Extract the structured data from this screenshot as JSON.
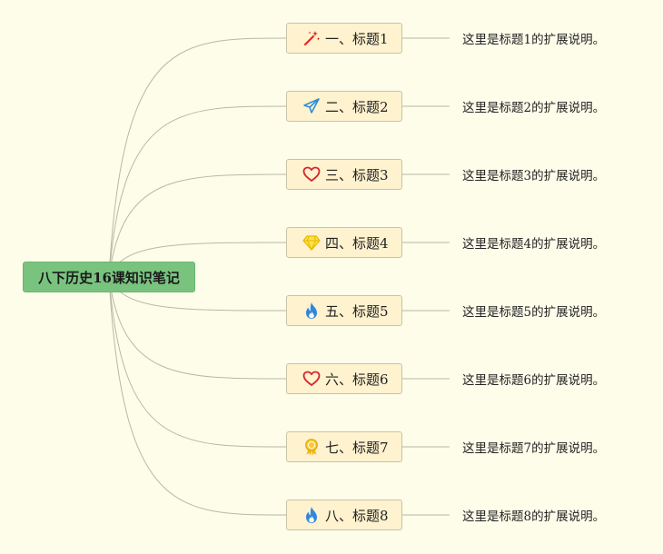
{
  "root": {
    "label": "八下历史16课知识笔记"
  },
  "topics": [
    {
      "label": "一、标题1",
      "icon": "magic-wand-icon",
      "description": "这里是标题1的扩展说明。"
    },
    {
      "label": "二、标题2",
      "icon": "paper-plane-icon",
      "description": "这里是标题2的扩展说明。"
    },
    {
      "label": "三、标题3",
      "icon": "heart-icon",
      "description": "这里是标题3的扩展说明。"
    },
    {
      "label": "四、标题4",
      "icon": "diamond-icon",
      "description": "这里是标题4的扩展说明。"
    },
    {
      "label": "五、标题5",
      "icon": "flame-icon",
      "description": "这里是标题5的扩展说明。"
    },
    {
      "label": "六、标题6",
      "icon": "heart-icon",
      "description": "这里是标题6的扩展说明。"
    },
    {
      "label": "七、标题7",
      "icon": "medal-icon",
      "description": "这里是标题7的扩展说明。"
    },
    {
      "label": "八、标题8",
      "icon": "flame-icon",
      "description": "这里是标题8的扩展说明。"
    }
  ],
  "colors": {
    "background": "#fefdea",
    "root_fill": "#79c37f",
    "topic_fill": "#fff2cf",
    "connector": "#b8b8a8"
  }
}
